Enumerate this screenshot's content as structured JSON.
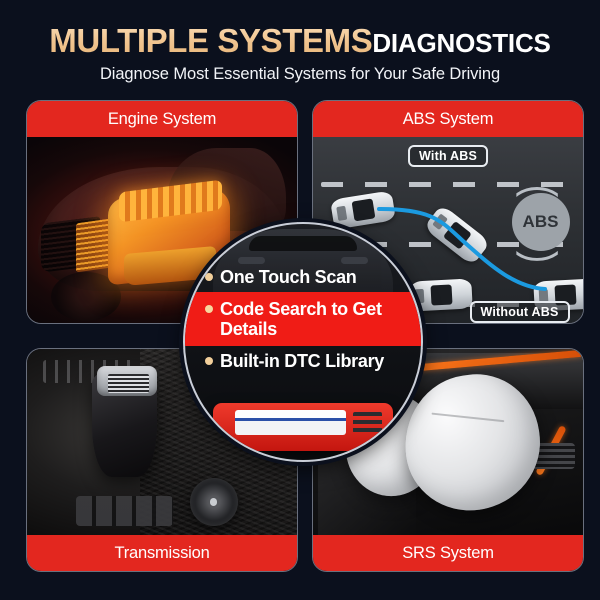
{
  "header": {
    "title_gold": "MULTIPLE SYSTEMS",
    "title_white": "DIAGNOSTICS",
    "subtitle": "Diagnose Most Essential Systems for Your Safe Driving"
  },
  "panels": {
    "engine": {
      "label": "Engine System"
    },
    "abs": {
      "label": "ABS System",
      "tag_with": "With ABS",
      "tag_without": "Without ABS",
      "badge": "ABS",
      "warning_icon": "!"
    },
    "transmission": {
      "label": "Transmission"
    },
    "srs": {
      "label": "SRS System"
    }
  },
  "center": {
    "features": [
      {
        "text": "One Touch Scan",
        "highlight": false
      },
      {
        "text": "Code Search to Get Details",
        "highlight": true
      },
      {
        "text": "Built-in DTC Library",
        "highlight": false
      }
    ]
  },
  "colors": {
    "background": "#0b101d",
    "accent_red": "#e3271f",
    "highlight_red": "#f01c16",
    "gold": "#f0c78f",
    "bullet": "#f2cf9b",
    "panel_border": "#6a707e"
  }
}
